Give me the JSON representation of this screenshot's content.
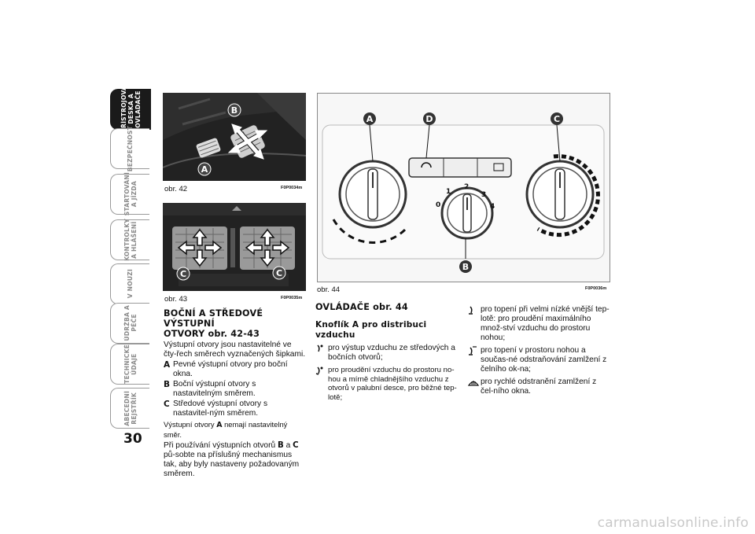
{
  "page_number": "30",
  "tabs": [
    {
      "label": "PŘÍSTROJOVÁ\nDESKA A\nOVLADAČE",
      "active": true
    },
    {
      "label": "BEZPEČNOST",
      "active": false
    },
    {
      "label": "STARTOVÁNÍ\nA JÍZDA",
      "active": false
    },
    {
      "label": "KONTROLKY\nA HLÁŠENÍ",
      "active": false
    },
    {
      "label": "V NOUZI",
      "active": false
    },
    {
      "label": "ÚDRŽBA A\nPÉČE",
      "active": false
    },
    {
      "label": "TECHNICKÉ\nÚDAJE",
      "active": false
    },
    {
      "label": "ABECEDNÍ\nREJSTŘÍK",
      "active": false
    }
  ],
  "figures": {
    "fig42": {
      "caption": "obr. 42",
      "code": "F0P0034m",
      "labels": [
        "A",
        "B"
      ]
    },
    "fig43": {
      "caption": "obr. 43",
      "code": "F0P0035m",
      "labels": [
        "C",
        "C"
      ]
    },
    "fig44": {
      "caption": "obr. 44",
      "code": "F0P0036m",
      "labels": [
        "A",
        "D",
        "C",
        "B"
      ],
      "knob_numbers": [
        "0",
        "1",
        "2",
        "3",
        "4"
      ]
    }
  },
  "section1": {
    "heading_line1": "BOČNÍ A STŘEDOVÉ VÝSTUPNÍ",
    "heading_line2": "OTVORY obr. 42-43",
    "intro": "Výstupní otvory jsou nastavitelné ve čty-řech směrech vyznačených šipkami.",
    "items": [
      {
        "letter": "A",
        "text": "Pevné výstupní otvory pro boční okna."
      },
      {
        "letter": "B",
        "text": "Boční výstupní otvory s nastavitelným směrem."
      },
      {
        "letter": "C",
        "text": "Středové výstupní otvory s nastavitel-ným směrem."
      }
    ],
    "note_prefix": "Výstupní otvory ",
    "note_letter": "A",
    "note_suffix": " nemají nastavitelný směr.",
    "usage_prefix": "Při používání výstupních otvorů ",
    "usage_b": "B",
    "usage_mid": " a ",
    "usage_c": "C",
    "usage_suffix": " pů-sobte na příslušný mechanismus tak, aby byly nastaveny požadovaným směrem."
  },
  "section2": {
    "heading": "OVLÁDAČE obr. 44",
    "subheading": "Knoflík A pro distribuci vzduchu",
    "items": [
      {
        "symbol": "face-vent-icon",
        "text": "pro výstup vzduchu ze středových a bočních otvorů;"
      },
      {
        "symbol": "face-feet-icon",
        "text": "pro proudění vzduchu do prostoru no-hou a mírně chladnějšího vzduchu z otvorů v palubní desce, pro běžné tep-lotě;"
      }
    ]
  },
  "section3": {
    "items": [
      {
        "symbol": "feet-vent-icon",
        "text": "pro topení při velmi nízké vnější tep-lotě: pro proudění maximálního množ-ství vzduchu do prostoru nohou;"
      },
      {
        "symbol": "feet-defrost-icon",
        "text": "pro topení v prostoru nohou a součas-né odstraňování zamlžení z čelního ok-na;"
      },
      {
        "symbol": "windscreen-defrost-icon",
        "text": "pro rychlé odstranění zamlžení z čel-ního okna."
      }
    ]
  },
  "watermark": "carmanualsonline.info"
}
